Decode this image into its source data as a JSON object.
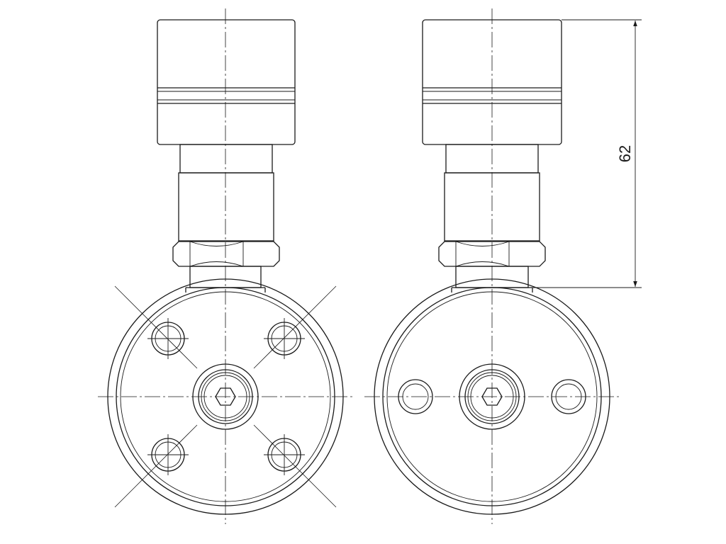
{
  "views": [
    {
      "name": "view-four-bolt",
      "mounting_holes": 4
    },
    {
      "name": "view-two-bolt",
      "mounting_holes": 2
    }
  ],
  "dimension": {
    "value": "62"
  },
  "colors": {
    "line": "#1a1a1a",
    "background": "#ffffff"
  }
}
